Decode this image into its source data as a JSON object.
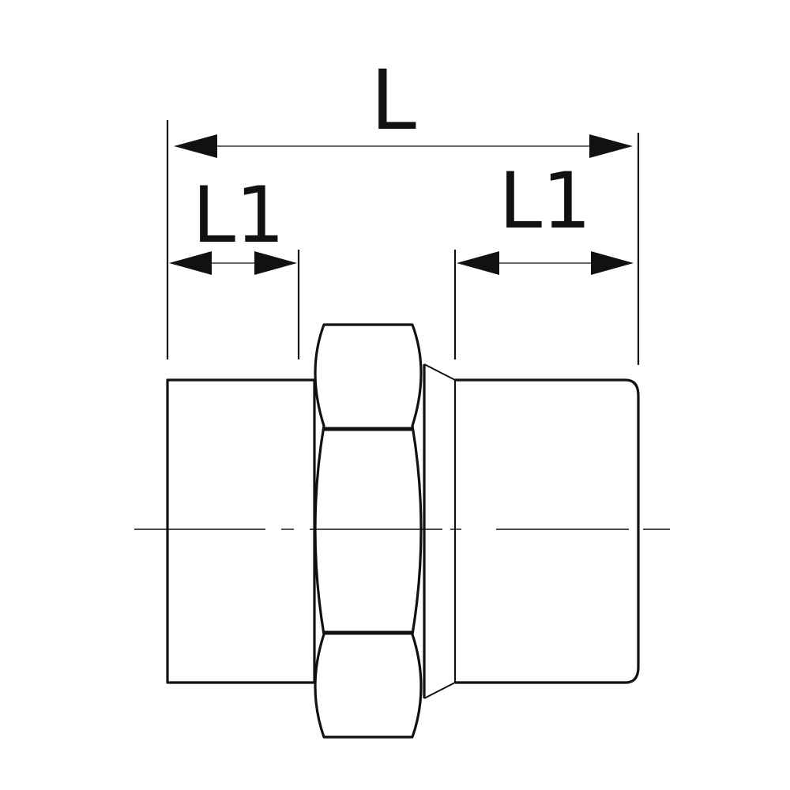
{
  "drawing": {
    "stroke_color": "#111111",
    "background_color": "#ffffff",
    "dimensions": {
      "overall_label": "L",
      "left_end_label": "L1",
      "right_end_label": "L1"
    }
  }
}
